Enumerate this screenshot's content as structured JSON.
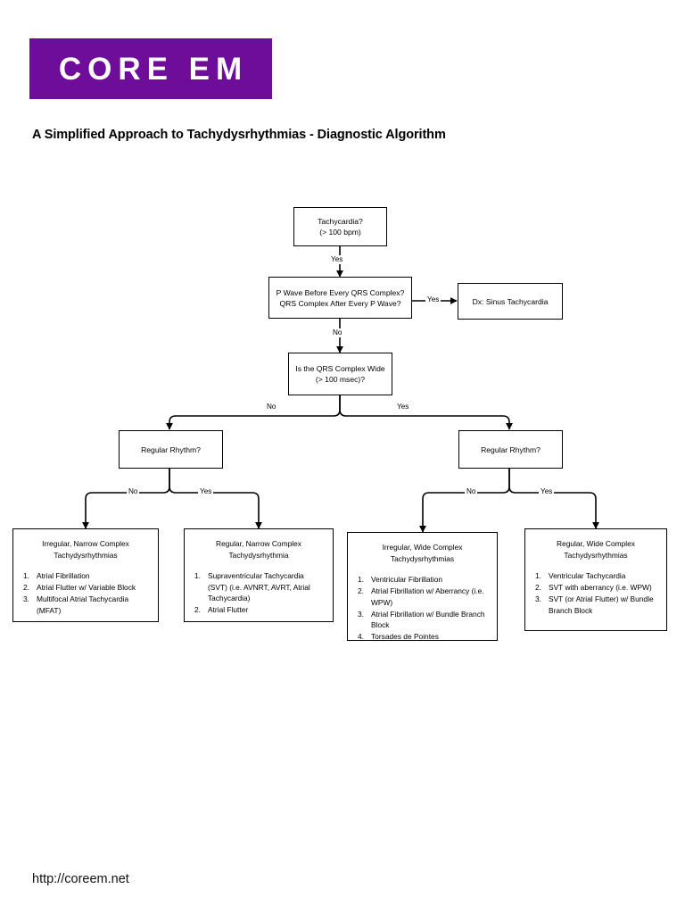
{
  "header": {
    "logo_text": "CORE EM",
    "logo_color": "#6E0D99",
    "title": "A Simplified Approach to Tachydysrhythmias - Diagnostic Algorithm"
  },
  "footer": {
    "url": "http://coreem.net"
  },
  "diagram": {
    "type": "flowchart",
    "nodes": {
      "tachycardia": {
        "line1": "Tachycardia?",
        "line2": "(> 100 bpm)"
      },
      "p_wave": {
        "line1": "P Wave Before Every QRS Complex?",
        "line2": "QRS Complex After Every P Wave?"
      },
      "sinus_tach": {
        "line1": "Dx: Sinus Tachycardia"
      },
      "qrs_wide": {
        "line1": "Is the QRS Complex Wide",
        "line2": "(> 100 msec)?"
      },
      "regular_rhythm_narrow": {
        "line1": "Regular Rhythm?"
      },
      "regular_rhythm_wide": {
        "line1": "Regular Rhythm?"
      }
    },
    "edge_labels": {
      "tachycardia_yes": "Yes",
      "p_wave_yes": "Yes",
      "p_wave_no": "No",
      "qrs_no": "No",
      "qrs_yes": "Yes",
      "narrow_no": "No",
      "narrow_yes": "Yes",
      "wide_no": "No",
      "wide_yes": "Yes"
    },
    "leaves": [
      {
        "title_line1": "Irregular, Narrow Complex",
        "title_line2": "Tachydysrhythmias",
        "items": [
          "Atrial Fibrillation",
          "Atrial Flutter w/ Variable Block",
          "Multifocal Atrial Tachycardia (MFAT)"
        ]
      },
      {
        "title_line1": "Regular, Narrow Complex",
        "title_line2": "Tachydysrhythmia",
        "items": [
          "Supraventricular Tachycardia (SVT) (i.e. AVNRT, AVRT, Atrial Tachycardia)",
          "Atrial Flutter"
        ]
      },
      {
        "title_line1": "Irregular, Wide Complex",
        "title_line2": "Tachydysrhythmias",
        "items": [
          "Ventricular Fibrillation",
          "Atrial Fibrillation w/ Aberrancy (i.e. WPW)",
          "Atrial Fibrillation w/ Bundle Branch Block",
          "Torsades de Pointes"
        ]
      },
      {
        "title_line1": "Regular, Wide Complex",
        "title_line2": "Tachydysrhythmias",
        "items": [
          "Ventricular Tachycardia",
          "SVT with aberrancy (i.e. WPW)",
          "SVT (or Atrial Flutter) w/ Bundle Branch Block"
        ]
      }
    ]
  }
}
